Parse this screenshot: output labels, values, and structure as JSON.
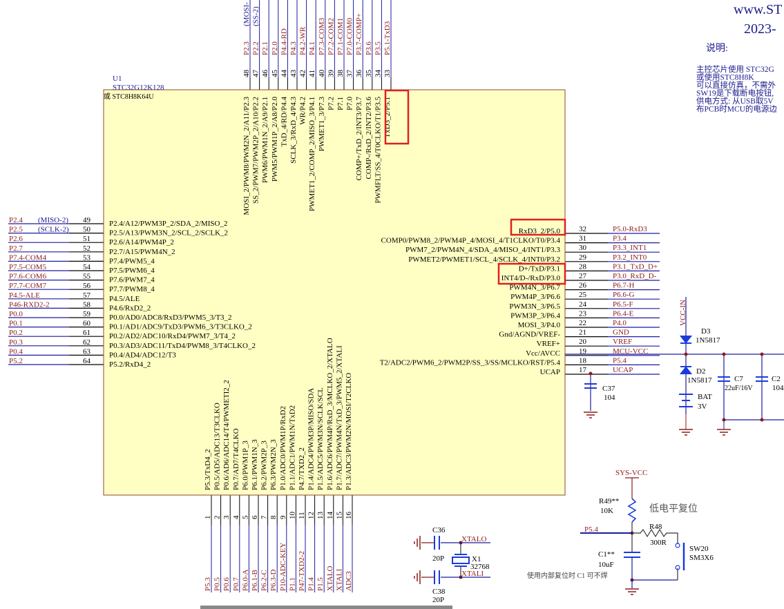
{
  "colors": {
    "chip_fill": "#ffffc4",
    "chip_border": "#8b4a2a",
    "wire": "#1a1aa0",
    "net_label": "#8b1a1a",
    "highlight": "#e02020",
    "component": "#1a3adf"
  },
  "header": {
    "site": "www.ST",
    "date": "2023-",
    "notes_title": "说明:",
    "notes": [
      "主控芯片使用 STC32G",
      "     或使用STC8H8K",
      "可以直接仿真，不需外",
      "SW19是下载断电按钮,",
      "供电方式: 从USB取5V",
      "布PCB时MCU的电源边"
    ]
  },
  "chip": {
    "ref": "U1",
    "part": "STC32G12K128",
    "alt": "或 STC8H8K64U",
    "top_pins": [
      {
        "num": "48",
        "internal": "MOSI_2/PWM8/PWM2N_2/A11/P2.3",
        "net": "P2.3",
        "note": "(MOSI-"
      },
      {
        "num": "47",
        "internal": "SS_2/PWM7/PWM2P_2/A10/P2.2",
        "net": "P2.2",
        "note": "(SS-2)"
      },
      {
        "num": "46",
        "internal": "PWM6/PWM1N_2/A9/P2.1",
        "net": "P2.1"
      },
      {
        "num": "45",
        "internal": "PWM5/PWM1P_2/A8/P2.0",
        "net": "P2.0"
      },
      {
        "num": "44",
        "internal": "TxD_4/RD/P4.4",
        "net": "P4.4-RD"
      },
      {
        "num": "43",
        "internal": "SCLK_3/RxD_4/P4.3",
        "net": "P4.3"
      },
      {
        "num": "42",
        "internal": "WR/P4.2",
        "net": "P4.2-WR"
      },
      {
        "num": "41",
        "internal": "PWMET1_2/COMP_2/MISO_3/P4.1",
        "net": "P4.1"
      },
      {
        "num": "40",
        "internal": "PWMET1_3/P7.3",
        "net": "P7.3-COM3"
      },
      {
        "num": "39",
        "internal": "P7.2",
        "net": "P7.2-COM2"
      },
      {
        "num": "38",
        "internal": "P7.1",
        "net": "P7.1-COM1"
      },
      {
        "num": "37",
        "internal": "P7.0",
        "net": "P7.0-COM0"
      },
      {
        "num": "36",
        "internal": "COMP+/TxD_2/INT3/P3.7",
        "net": "P3.7-COMP+"
      },
      {
        "num": "35",
        "internal": "COMP-/RxD_2/INT2/P3.6",
        "net": "P3.6"
      },
      {
        "num": "34",
        "internal": "PWMFLT/SS_4/T0CLKO/T1/P3.5",
        "net": "P3.5"
      },
      {
        "num": "33",
        "internal": "TxD3_2/P5.1",
        "net": "P5.1-TxD3",
        "highlight": true
      }
    ],
    "left_pins": [
      {
        "num": "49",
        "internal": "P2.4/A12/PWM3P_2/SDA_2/MISO_2",
        "net": "P2.4",
        "note": "(MISO-2)"
      },
      {
        "num": "50",
        "internal": "P2.5/A13/PWM3N_2/SCL_2/SCLK_2",
        "net": "P2.5",
        "note": "(SCLK-2)"
      },
      {
        "num": "51",
        "internal": "P2.6/A14/PWM4P_2",
        "net": "P2.6"
      },
      {
        "num": "52",
        "internal": "P2.7/A15/PWM4N_2",
        "net": "P2.7"
      },
      {
        "num": "53",
        "internal": "P7.4/PWM5_4",
        "net": "P7.4-COM4"
      },
      {
        "num": "54",
        "internal": "P7.5/PWM6_4",
        "net": "P7.5-COM5"
      },
      {
        "num": "55",
        "internal": "P7.6/PWM7_4",
        "net": "P7.6-COM6"
      },
      {
        "num": "56",
        "internal": "P7.7/PWM8_4",
        "net": "P7.7-COM7"
      },
      {
        "num": "57",
        "internal": "P4.5/ALE",
        "net": "P4.5-ALE"
      },
      {
        "num": "58",
        "internal": "P4.6/RxD2_2",
        "net": "P46-RXD2-2"
      },
      {
        "num": "59",
        "internal": "P0.0/AD0/ADC8/RxD3/PWM5_3/T3_2",
        "net": "P0.0"
      },
      {
        "num": "60",
        "internal": "P0.1/AD1/ADC9/TxD3/PWM6_3/T3CLKO_2",
        "net": "P0.1"
      },
      {
        "num": "61",
        "internal": "P0.2/AD2/ADC10/RxD4/PWM7_3/T4_2",
        "net": "P0.2"
      },
      {
        "num": "62",
        "internal": "P0.3/AD3/ADC11/TxD4/PWM8_3/T4CLKO_2",
        "net": "P0.3"
      },
      {
        "num": "63",
        "internal": "P0.4/AD4/ADC12/T3",
        "net": "P0.4"
      },
      {
        "num": "64",
        "internal": "P5.2/RxD4_2",
        "net": "P5.2"
      }
    ],
    "right_pins": [
      {
        "num": "32",
        "internal": "RxD3_2/P5.0",
        "net": "P5.0-RxD3",
        "highlight": true
      },
      {
        "num": "31",
        "internal": "COMP0/PWM8_2/PWM4P_4/MOSI_4/T1CLKO/T0/P3.4",
        "net": "P3.4"
      },
      {
        "num": "30",
        "internal": "PWM7_2/PWM4N_4/SDA_4/MISO_4/INT1/P3.3",
        "net": "P3.3_INT1"
      },
      {
        "num": "29",
        "internal": "PWMET2/PWMET1/SCL_4/SCLK_4/INT0/P3.2",
        "net": "P3.2_INT0"
      },
      {
        "num": "28",
        "internal": "D+/TxD/P3.1",
        "net": "P3.1_TxD_D+",
        "highlight": true
      },
      {
        "num": "27",
        "internal": "INT4/D-/RxD/P3.0",
        "net": "P3.0_RxD_D-",
        "highlight": true
      },
      {
        "num": "26",
        "internal": "PWM4N_3/P6.7",
        "net": "P6.7-H"
      },
      {
        "num": "25",
        "internal": "PWM4P_3/P6.6",
        "net": "P6.6-G"
      },
      {
        "num": "24",
        "internal": "PWM3N_3/P6.5",
        "net": "P6.5-F"
      },
      {
        "num": "23",
        "internal": "PWM3P_3/P6.4",
        "net": "P6.4-E"
      },
      {
        "num": "22",
        "internal": "MOSI_3/P4.0",
        "net": "P4.0"
      },
      {
        "num": "21",
        "internal": "Gnd/AGND/VREF-",
        "net": "GND"
      },
      {
        "num": "20",
        "internal": "VREF+",
        "net": "VREF"
      },
      {
        "num": "19",
        "internal": "Vcc/AVCC",
        "net": "MCU-VCC"
      },
      {
        "num": "18",
        "internal": "T2/ADC2/PWM6_2/PWM2P/SS_3/SS/MCLKO/RST/P5.4",
        "net": "P5.4"
      },
      {
        "num": "17",
        "internal": "UCAP",
        "net": "UCAP"
      }
    ],
    "bottom_pins": [
      {
        "num": "1",
        "internal": "P5.3/TxD4_2",
        "net": "P5.3"
      },
      {
        "num": "2",
        "internal": "P0.5/AD5/ADC13/T3CLKO",
        "net": "P0.5"
      },
      {
        "num": "3",
        "internal": "P0.6/AD6/ADC14/T4/PWMETI2_2",
        "net": "P0.6"
      },
      {
        "num": "4",
        "internal": "P0.7/AD7/T4CLKO",
        "net": "P0.7"
      },
      {
        "num": "5",
        "internal": "P6.0/PWM1P_3",
        "net": "P6.0-A"
      },
      {
        "num": "6",
        "internal": "P6.1/PWM1N_3",
        "net": "P6.1-B"
      },
      {
        "num": "7",
        "internal": "P6.2/PWM2P_3",
        "net": "P6.2-C"
      },
      {
        "num": "8",
        "internal": "P6.3/PWM2N_3",
        "net": "P6.3-D"
      },
      {
        "num": "9",
        "internal": "P1.0/ADC0/PWM1P/RxD2",
        "net": "P10-ADC-KEY"
      },
      {
        "num": "10",
        "internal": "P1.1/ADC1/PWM1N/TxD2",
        "net": "P1.1"
      },
      {
        "num": "11",
        "internal": "P4.7/TXD2_2",
        "net": "P47-TXD2-2"
      },
      {
        "num": "12",
        "internal": "P1.4/ADC4/PWM3P/MISO/SDA",
        "net": "P1.4"
      },
      {
        "num": "13",
        "internal": "P1.5/ADC5/PWM3N/SCLK/SCL",
        "net": "P1.5"
      },
      {
        "num": "14",
        "internal": "P1.6/ADC6/PWM4P/RxD_3/MCLKO_2/XTALO",
        "net": "XTALO"
      },
      {
        "num": "15",
        "internal": "P1.7/ADC7/PWM4N/TxD_3/PWM5_2/XTALI",
        "net": "XTALI"
      },
      {
        "num": "16",
        "internal": "P1.3/ADC3/PWM2N/MOSI/T2CLKO",
        "net": "ADC3"
      }
    ]
  },
  "power": {
    "vcc_in": "VCC-IN",
    "d3": "D3",
    "d3_part": "1N5817",
    "d2": "D2",
    "d2_part": "1N5817",
    "bat": "BAT",
    "bat_v": "3V",
    "c7": "C7",
    "c7_val": "22uF/16V",
    "c2": "C2",
    "c2_val": "104",
    "c37": "C37",
    "c37_val": "104"
  },
  "crystal": {
    "c36": "C36",
    "c36_val": "20P",
    "c38": "C38",
    "c38_val": "20P",
    "x1": "X1",
    "x1_val": "32768",
    "xtalo": "XTALO",
    "xtali": "XTALI"
  },
  "reset": {
    "title": "低电平复位",
    "sys_vcc": "SYS-VCC",
    "r49": "R49**",
    "r49_val": "10K",
    "r48": "R48",
    "r48_val": "300R",
    "c1": "C1**",
    "c1_val": "10uF",
    "sw": "SW20",
    "sw_part": "SM3X6",
    "p54": "P5.4",
    "note": "使用内部复位时 C1 可不焊"
  }
}
